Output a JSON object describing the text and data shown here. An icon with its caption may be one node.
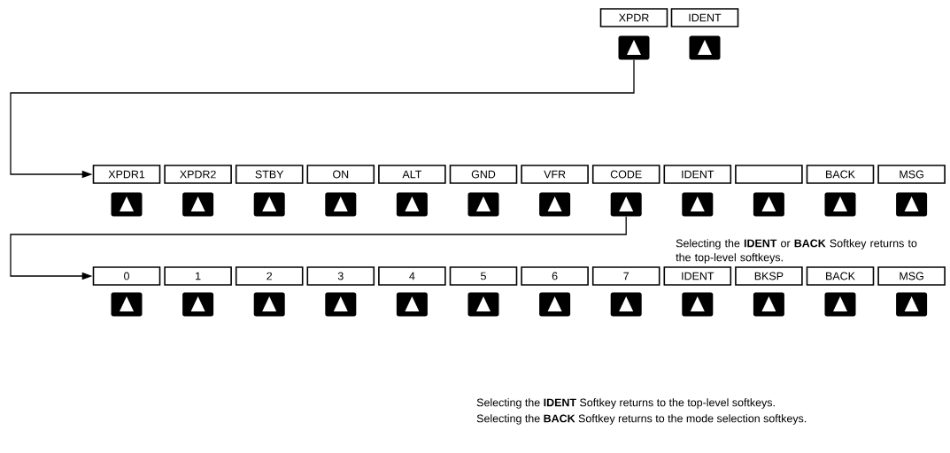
{
  "diagram": {
    "nodes": [
      {
        "text": [
          "XPDR"
        ]
      },
      {
        "text": [
          "IDENT"
        ]
      },
      {
        "text": [],
        "shape": "box"
      },
      {
        "text": [],
        "shape": "box"
      },
      {
        "text": [
          "XPDR1"
        ]
      },
      {
        "text": [
          "XPDR2"
        ]
      },
      {
        "text": [
          "STBY"
        ]
      },
      {
        "text": [
          "ON"
        ]
      },
      {
        "text": [
          "ALT"
        ]
      },
      {
        "text": [
          "GND"
        ]
      },
      {
        "text": [
          "VFR"
        ]
      },
      {
        "text": [
          "CODE"
        ]
      },
      {
        "text": [
          "IDENT"
        ]
      },
      {
        "text": [],
        "shape": "box"
      },
      {
        "text": [
          "BACK"
        ]
      },
      {
        "text": [
          "MSG"
        ]
      },
      {
        "text": [],
        "shape": "box"
      },
      {
        "text": [],
        "shape": "box"
      },
      {
        "text": [],
        "shape": "box"
      },
      {
        "text": [],
        "shape": "box"
      },
      {
        "text": [],
        "shape": "box"
      },
      {
        "text": [],
        "shape": "box"
      },
      {
        "text": [],
        "shape": "box"
      },
      {
        "text": [],
        "shape": "box"
      },
      {
        "text": [],
        "shape": "box"
      },
      {
        "text": [],
        "shape": "box"
      },
      {
        "text": [],
        "shape": "box"
      },
      {
        "text": [],
        "shape": "box"
      },
      {
        "text": [
          "0"
        ]
      },
      {
        "text": [
          "1"
        ]
      },
      {
        "text": [
          "2"
        ]
      },
      {
        "text": [
          "3"
        ]
      },
      {
        "text": [
          "4"
        ]
      },
      {
        "text": [
          "5"
        ]
      },
      {
        "text": [
          "6"
        ]
      },
      {
        "text": [
          "7"
        ]
      },
      {
        "text": [
          "IDENT"
        ]
      },
      {
        "text": [
          "BKSP"
        ]
      },
      {
        "text": [
          "BACK"
        ]
      },
      {
        "text": [
          "MSG"
        ]
      },
      {
        "text": [],
        "shape": "box"
      },
      {
        "text": [],
        "shape": "box"
      },
      {
        "text": [],
        "shape": "box"
      },
      {
        "text": [],
        "shape": "box"
      },
      {
        "text": [],
        "shape": "box"
      },
      {
        "text": [],
        "shape": "box"
      },
      {
        "text": [],
        "shape": "box"
      },
      {
        "text": [],
        "shape": "box"
      },
      {
        "text": [],
        "shape": "box"
      },
      {
        "text": [],
        "shape": "box"
      },
      {
        "text": [],
        "shape": "box"
      },
      {
        "text": [],
        "shape": "box"
      }
    ],
    "edges": [
      {
        "from": 2,
        "to": 4,
        "arrow": "to"
      },
      {
        "from": 23,
        "to": 28,
        "arrow": "to"
      }
    ],
    "labels": [
      "Selecting the **IDENT** or **BACK** Softkey returns to the top-level softkeys.",
      "Selecting the **IDENT** Softkey returns to the top-level softkeys.",
      "Selecting the **BACK** Softkey returns to the mode selection softkeys."
    ]
  }
}
